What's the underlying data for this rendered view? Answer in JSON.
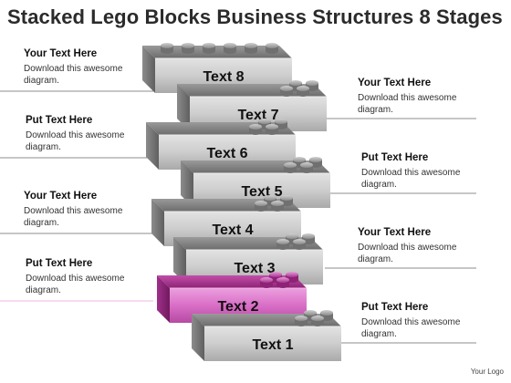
{
  "title": "Stacked Lego Blocks Business Structures 8 Stages",
  "logo_text": "Your Logo",
  "colors": {
    "block_front": "#c9c9c9",
    "block_dark": "#7e7e7e",
    "highlight_front": "#e07fcf",
    "highlight_dark": "#9c2c82",
    "text": "#111111",
    "line": "#666666"
  },
  "stages": [
    {
      "label": "Text 1",
      "highlight": false
    },
    {
      "label": "Text 2",
      "highlight": true
    },
    {
      "label": "Text 3",
      "highlight": false
    },
    {
      "label": "Text 4",
      "highlight": false
    },
    {
      "label": "Text 5",
      "highlight": false
    },
    {
      "label": "Text 6",
      "highlight": false
    },
    {
      "label": "Text 7",
      "highlight": false
    },
    {
      "label": "Text 8",
      "highlight": false
    }
  ],
  "notes": [
    {
      "heading": "Your Text Here",
      "body": "Download this awesome diagram.",
      "side": "left"
    },
    {
      "heading": "Your Text Here",
      "body": "Download this awesome diagram.",
      "side": "right"
    },
    {
      "heading": "Put Text Here",
      "body": "Download this awesome diagram.",
      "side": "left"
    },
    {
      "heading": "Put Text Here",
      "body": "Download this awesome diagram.",
      "side": "right"
    },
    {
      "heading": "Your Text Here",
      "body": "Download this awesome diagram.",
      "side": "left"
    },
    {
      "heading": "Your Text Here",
      "body": "Download this awesome diagram.",
      "side": "right"
    },
    {
      "heading": "Put Text Here",
      "body": "Download this awesome diagram.",
      "side": "left"
    },
    {
      "heading": "Put Text Here",
      "body": "Download this awesome diagram.",
      "side": "right"
    }
  ]
}
